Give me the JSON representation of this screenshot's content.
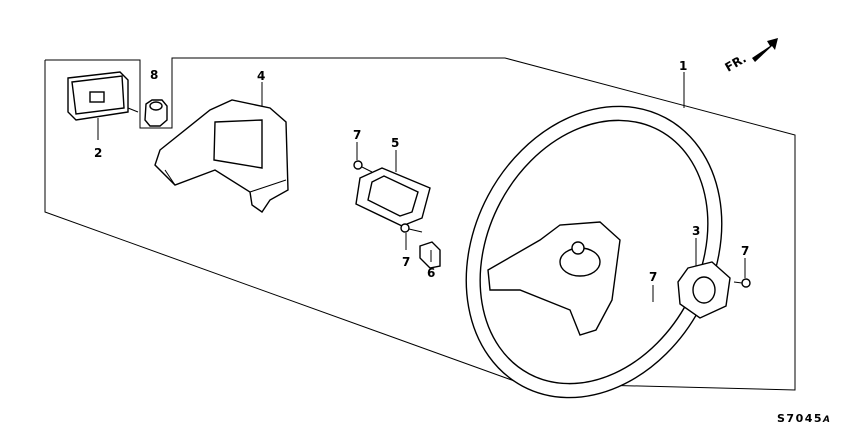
{
  "diagram": {
    "callouts": [
      {
        "id": "1",
        "part": "steering-wheel"
      },
      {
        "id": "2",
        "part": "horn-button"
      },
      {
        "id": "3",
        "part": "contact-plate"
      },
      {
        "id": "4",
        "part": "steering-pad-cover"
      },
      {
        "id": "5",
        "part": "bracket"
      },
      {
        "id": "6",
        "part": "clip"
      },
      {
        "id": "7",
        "part": "screw-a"
      },
      {
        "id": "7",
        "part": "screw-b"
      },
      {
        "id": "7",
        "part": "screw-c"
      },
      {
        "id": "7",
        "part": "screw-d"
      },
      {
        "id": "8",
        "part": "nut"
      }
    ],
    "direction_label": "FR.",
    "code": "S7045",
    "code_suffix": "A"
  }
}
